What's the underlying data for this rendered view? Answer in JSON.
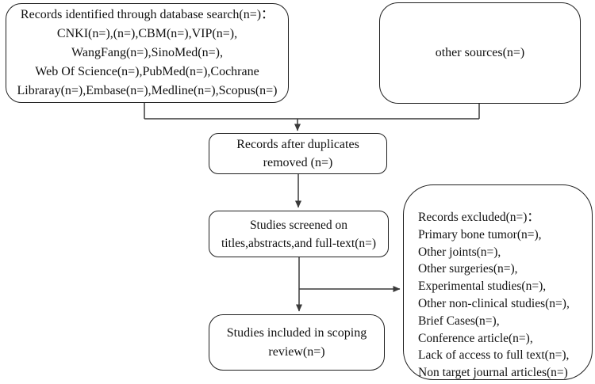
{
  "colors": {
    "border": "#1f1f1f",
    "line": "#3a3a3a",
    "text": "#111111",
    "background": "#ffffff"
  },
  "boxes": {
    "identified": {
      "lines": [
        "Records identified through database search(n=)：",
        "CNKI(n=),(n=),CBM(n=),VIP(n=),",
        "WangFang(n=),SinoMed(n=),",
        "Web Of Science(n=),PubMed(n=),Cochrane",
        "Libraray(n=),Embase(n=),Medline(n=),Scopus(n=)"
      ]
    },
    "other_sources": {
      "lines": [
        "other sources(n=)"
      ]
    },
    "duplicates_removed": {
      "lines": [
        "Records after duplicates",
        "removed (n=)"
      ]
    },
    "screened": {
      "lines": [
        "Studies screened on",
        "titles,abstracts,and full-text(n=)"
      ]
    },
    "excluded": {
      "lines": [
        "Records excluded(n=)：",
        "Primary bone tumor(n=),",
        "Other joints(n=),",
        "Other surgeries(n=),",
        "Experimental studies(n=),",
        "Other non-clinical studies(n=),",
        "Brief Cases(n=),",
        "Conference article(n=),",
        "Lack of access to full text(n=),",
        "Non target journal articles(n=)"
      ]
    },
    "included": {
      "lines": [
        "Studies included in scoping",
        "review(n=)"
      ]
    }
  }
}
